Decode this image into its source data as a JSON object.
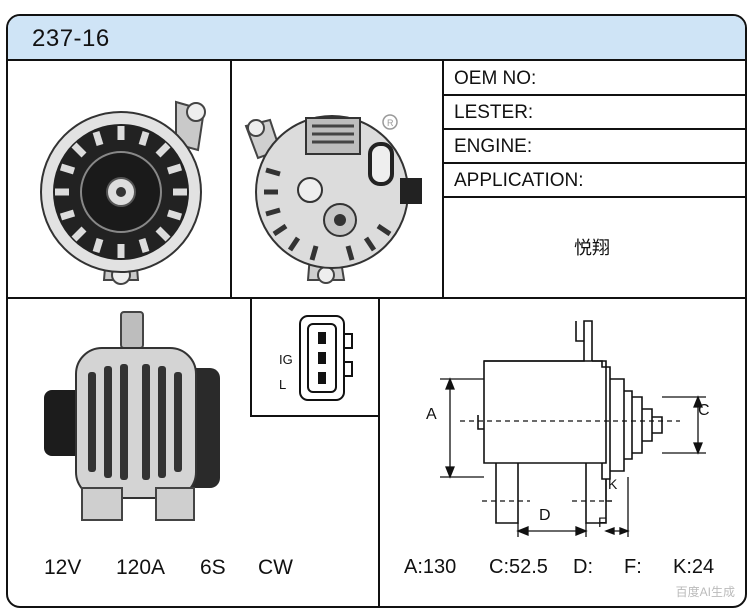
{
  "header": {
    "part_number": "237-16"
  },
  "info": {
    "oem_no": "OEM NO:",
    "lester": "LESTER:",
    "engine": "ENGINE:",
    "application": "APPLICATION:",
    "brand": "悦翔"
  },
  "specs": {
    "voltage": "12V",
    "amperage": "120A",
    "pulley": "6S",
    "rotation": "CW"
  },
  "connector": {
    "pin_ig": "IG",
    "pin_l": "L"
  },
  "drawing": {
    "label_a": "A",
    "label_c": "C",
    "label_d": "D",
    "label_k": "K",
    "label_f": "F"
  },
  "dimensions": {
    "a": "A:130",
    "c": "C:52.5",
    "d": "D:",
    "f": "F:",
    "k": "K:24"
  },
  "watermark": "百度AI生成",
  "colors": {
    "header_bg": "#cfe4f6",
    "border": "#111111"
  },
  "icons": [
    "alternator-front-image",
    "alternator-rear-image",
    "alternator-side-image",
    "connector-plug-icon",
    "registered-mark-icon"
  ]
}
